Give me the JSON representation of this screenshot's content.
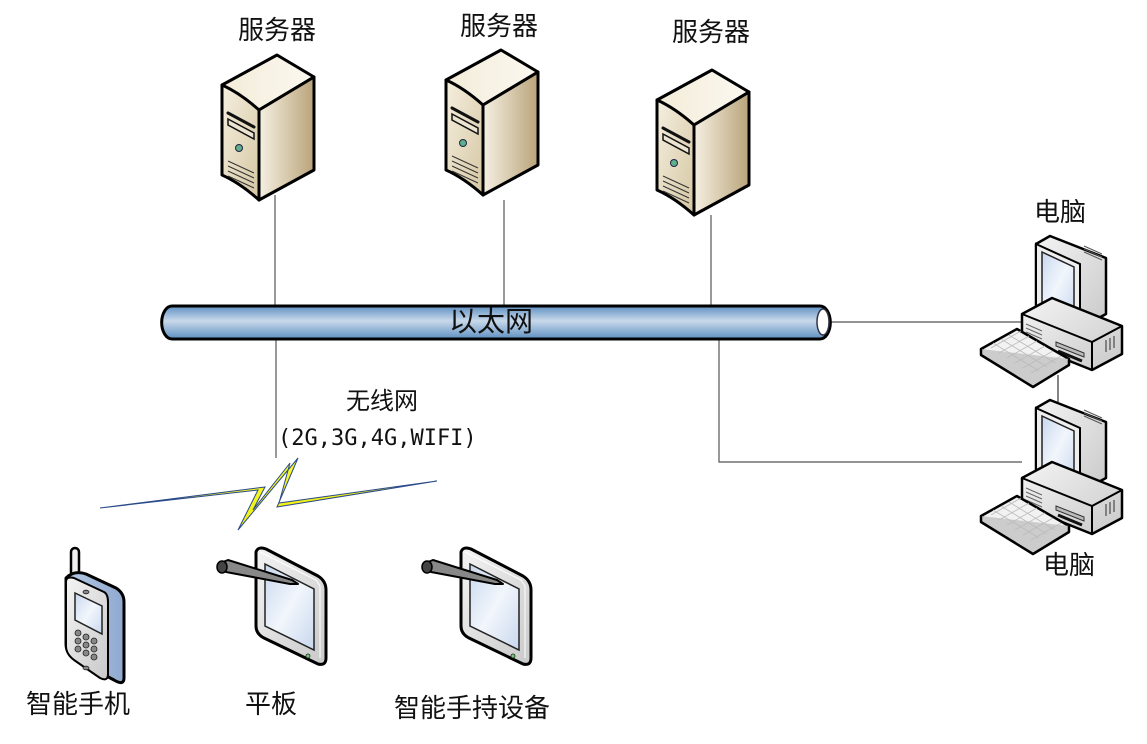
{
  "diagram": {
    "servers": [
      {
        "label": "服务器"
      },
      {
        "label": "服务器"
      },
      {
        "label": "服务器"
      }
    ],
    "bus": {
      "label": "以太网"
    },
    "computers": [
      {
        "label": "电脑"
      },
      {
        "label": "电脑"
      }
    ],
    "wireless": {
      "label": "无线网",
      "sublabel": "(2G,3G,4G,WIFI)"
    },
    "devices": [
      {
        "label": "智能手机"
      },
      {
        "label": "平板"
      },
      {
        "label": "智能手持设备"
      }
    ],
    "colors": {
      "server_body": "#e8dcc0",
      "bus_fill": "#9ab8d8",
      "lightning": "#f5f500",
      "screen": "#dde8f5"
    }
  }
}
